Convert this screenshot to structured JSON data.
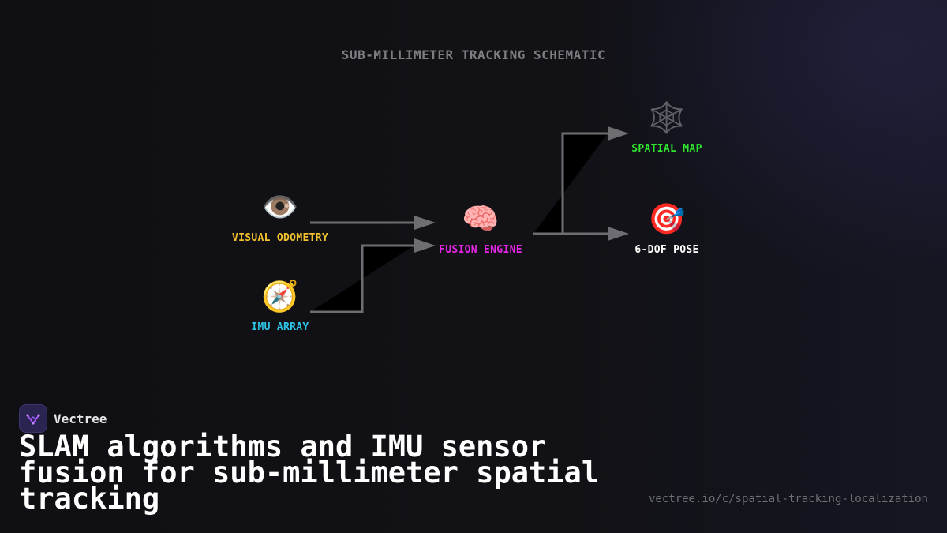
{
  "diagram": {
    "title": "SUB-MILLIMETER TRACKING SCHEMATIC",
    "nodes": {
      "visual_odometry": {
        "icon": "eye-icon",
        "glyph": "👁️",
        "label": "VISUAL ODOMETRY",
        "color": "#f2c12e"
      },
      "imu_array": {
        "icon": "compass-icon",
        "glyph": "🧭",
        "label": "IMU ARRAY",
        "color": "#2ec5e8"
      },
      "fusion_engine": {
        "icon": "brain-icon",
        "glyph": "🧠",
        "label": "FUSION ENGINE",
        "color": "#e626e6"
      },
      "spatial_map": {
        "icon": "spider-web-icon",
        "glyph": "🕸️",
        "label": "SPATIAL MAP",
        "color": "#2fe62f"
      },
      "pose": {
        "icon": "target-icon",
        "glyph": "🎯",
        "label": "6-DOF POSE",
        "color": "#ffffff"
      }
    },
    "edges": [
      {
        "from": "VISUAL ODOMETRY",
        "to": "FUSION ENGINE"
      },
      {
        "from": "IMU ARRAY",
        "to": "FUSION ENGINE"
      },
      {
        "from": "FUSION ENGINE",
        "to": "SPATIAL MAP"
      },
      {
        "from": "FUSION ENGINE",
        "to": "6-DOF POSE"
      }
    ]
  },
  "brand": {
    "name": "Vectree",
    "logo_icon": "vectree-logo-icon"
  },
  "headline": "SLAM algorithms and IMU sensor fusion for sub-millimeter spatial tracking",
  "url": "vectree.io/c/spatial-tracking-localization",
  "colors": {
    "background": "#111116",
    "edge": "#6e6e72",
    "accent": "#8b5cf6"
  }
}
